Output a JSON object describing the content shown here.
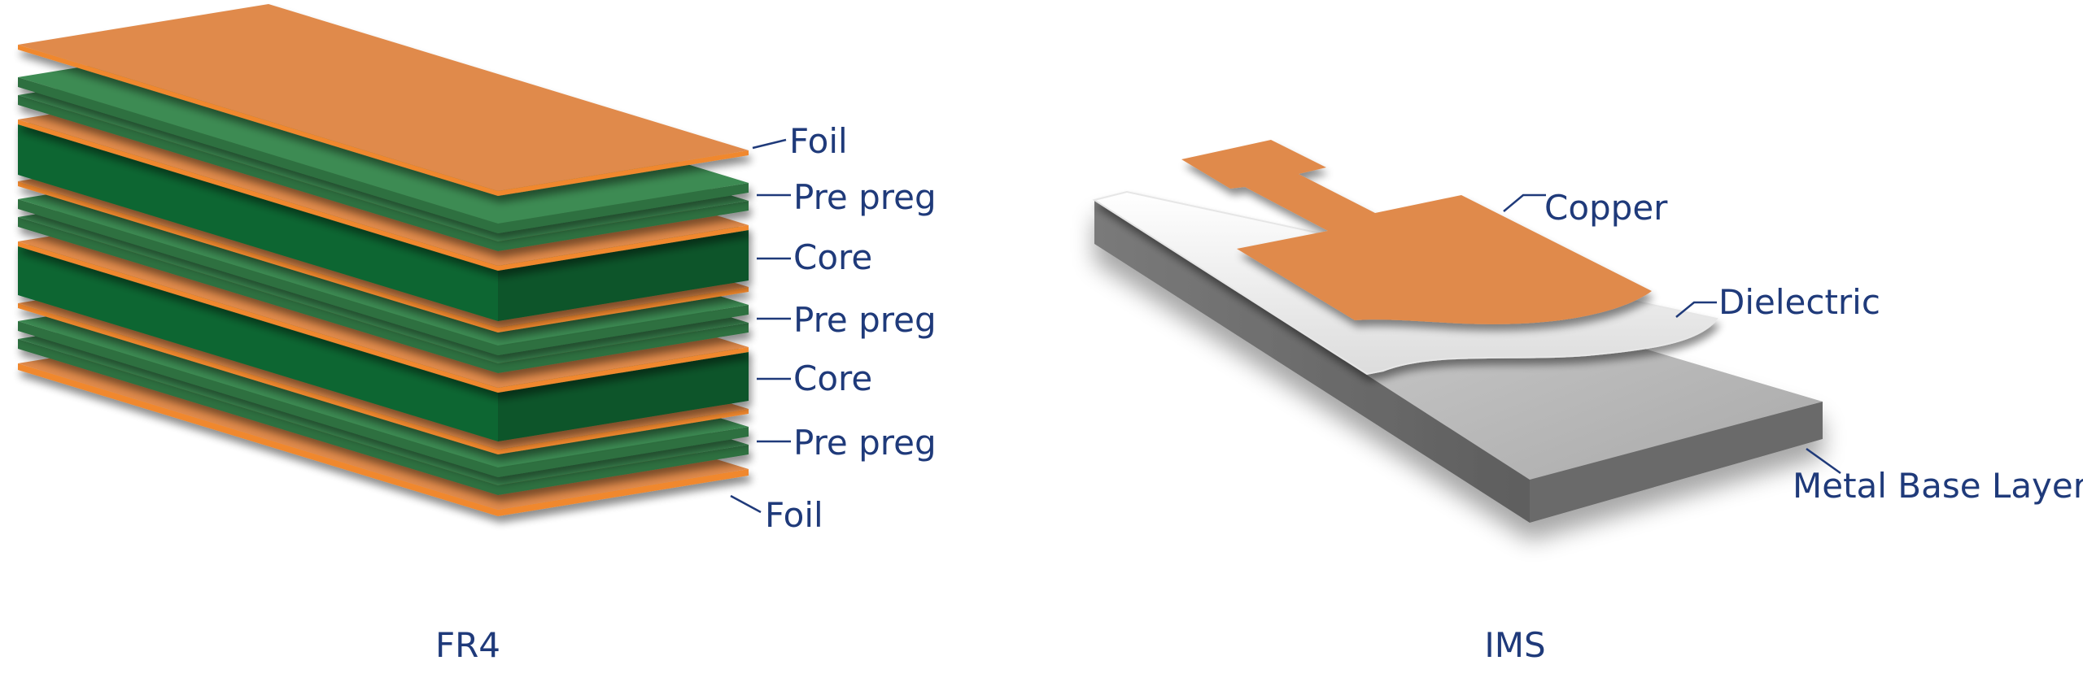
{
  "fr4": {
    "caption": "FR4",
    "labels": [
      "Foil",
      "Pre preg",
      "Core",
      "Pre preg",
      "Core",
      "Pre preg",
      "Foil"
    ]
  },
  "ims": {
    "caption": "IMS",
    "labels": [
      "Copper",
      "Dielectric",
      "Metal Base Layer"
    ]
  },
  "colors": {
    "copper": "#E08A4B",
    "copper_edge": "#F0882E",
    "core_green": "#0A6632",
    "prepreg_green": "#3E8B52",
    "metal_light": "#BDBDBD",
    "metal_dark": "#6E6E6E",
    "label_text": "#1F3A7A"
  }
}
